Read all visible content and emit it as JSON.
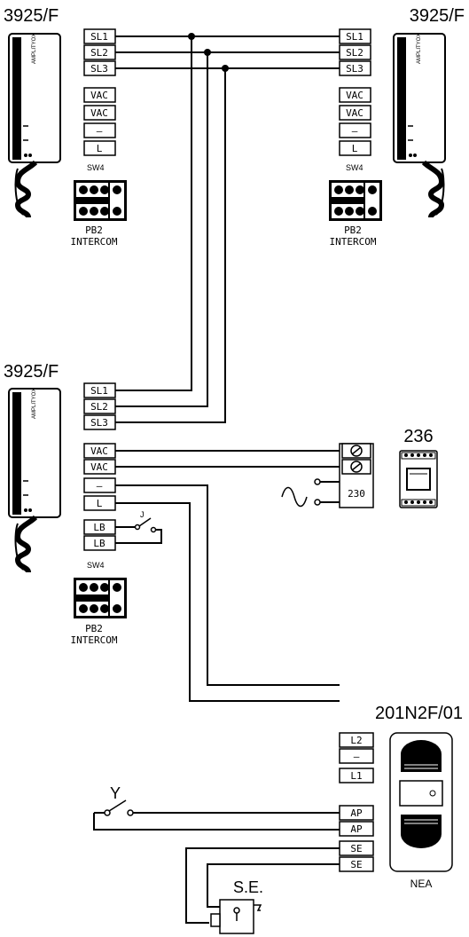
{
  "monitors": [
    {
      "model": "3925/F",
      "brand": "AMPLITYOX",
      "jumper_label": "SW4",
      "switch_label": "PB2",
      "switch_sub": "INTERCOM",
      "terminals": [
        "SL1",
        "SL2",
        "SL3",
        "VAC",
        "VAC",
        "—",
        "L"
      ]
    },
    {
      "model": "3925/F",
      "brand": "AMPLITYOX",
      "jumper_label": "SW4",
      "switch_label": "PB2",
      "switch_sub": "INTERCOM",
      "terminals": [
        "SL1",
        "SL2",
        "SL3",
        "VAC",
        "VAC",
        "—",
        "L"
      ]
    },
    {
      "model": "3925/F",
      "brand": "AMPLITYOX",
      "jumper_label": "SW4",
      "switch_label": "PB2",
      "switch_sub": "INTERCOM",
      "terminals": [
        "SL1",
        "SL2",
        "SL3",
        "VAC",
        "VAC",
        "—",
        "L",
        "LB",
        "LB"
      ]
    }
  ],
  "jumper_j": "J",
  "power_supply": {
    "model": "236",
    "mains": "230"
  },
  "door_panel": {
    "model": "201N2F/01",
    "name": "NEA",
    "terminals": [
      "L2",
      "—",
      "L1",
      "AP",
      "AP",
      "SE",
      "SE"
    ]
  },
  "switch_y": "Y",
  "lock": {
    "label": "S.E."
  }
}
